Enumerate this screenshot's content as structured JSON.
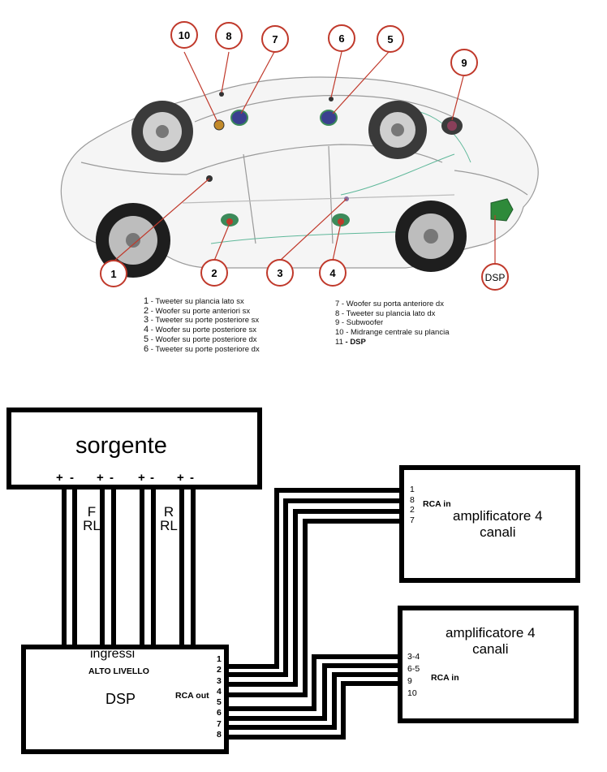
{
  "title": "Schema impianto audio auto con DSP",
  "car_diagram": {
    "callouts": [
      {
        "id": "1",
        "label": "1"
      },
      {
        "id": "2",
        "label": "2"
      },
      {
        "id": "3",
        "label": "3"
      },
      {
        "id": "4",
        "label": "4"
      },
      {
        "id": "5",
        "label": "5"
      },
      {
        "id": "6",
        "label": "6"
      },
      {
        "id": "7",
        "label": "7"
      },
      {
        "id": "8",
        "label": "8"
      },
      {
        "id": "9",
        "label": "9"
      },
      {
        "id": "10",
        "label": "10"
      },
      {
        "id": "dsp",
        "label": "DSP"
      }
    ],
    "callout_color": "#c0392b"
  },
  "legend": {
    "left": [
      {
        "num": "1",
        "text": " - Tweeter su plancia lato sx"
      },
      {
        "num": "2",
        "text": " - Woofer su porte anteriori sx"
      },
      {
        "num": "3",
        "text": " - Tweeter su porte posteriore sx"
      },
      {
        "num": "4",
        "text": " - Woofer su porte posteriore sx"
      },
      {
        "num": "5",
        "text": " - Woofer su porte posteriore dx"
      },
      {
        "num": "6",
        "text": " - Tweeter su porte posteriore dx"
      }
    ],
    "right": [
      {
        "num": "7",
        "text": " - Woofer su porta anteriore dx"
      },
      {
        "num": "8",
        "text": " - Tweeter su plancia lato dx"
      },
      {
        "num": "9",
        "text": " - Subwoofer"
      },
      {
        "num": "10",
        "text": " - Midrange centrale su plancia"
      },
      {
        "num": "11",
        "text": " - DSP",
        "bold": true
      }
    ]
  },
  "wiring": {
    "source": {
      "label": "sorgente",
      "terminals": [
        "+",
        "-",
        "+",
        "-",
        "+",
        "-",
        "+",
        "-"
      ],
      "group_front": [
        "F",
        "RL"
      ],
      "group_rear": [
        "R",
        "RL"
      ]
    },
    "dsp": {
      "label": "DSP",
      "inputs_label": "ingressi",
      "inputs_sublabel": "ALTO LIVELLO",
      "outputs_label": "RCA out",
      "outputs": [
        "1",
        "2",
        "3",
        "4",
        "5",
        "6",
        "7",
        "8"
      ]
    },
    "amp1": {
      "label_line1": "amplificatore 4",
      "label_line2": "canali",
      "inputs_label": "RCA in",
      "inputs": [
        "1",
        "8",
        "2",
        "7"
      ]
    },
    "amp2": {
      "label_line1": "amplificatore 4",
      "label_line2": "canali",
      "inputs_label": "RCA in",
      "inputs": [
        "3-4",
        "6-5",
        "9",
        "10"
      ]
    }
  }
}
